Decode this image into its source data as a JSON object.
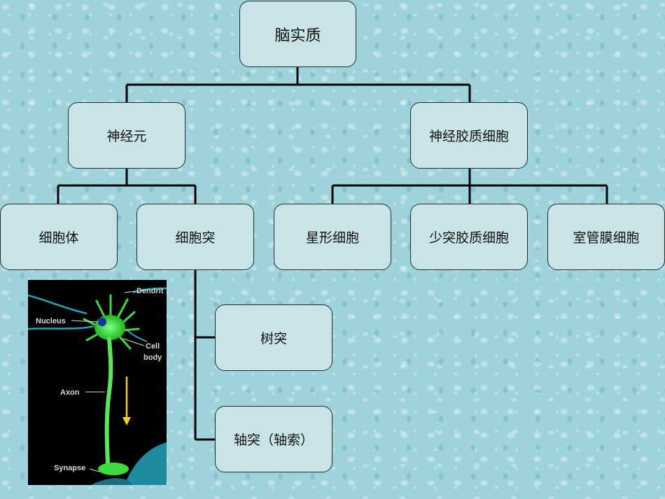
{
  "diagram": {
    "root": "脑实质",
    "level1": {
      "left": "神经元",
      "right": "神经胶质细胞"
    },
    "neuron_children": [
      "细胞体",
      "细胞突"
    ],
    "glia_children": [
      "星形细胞",
      "少突胶质细胞",
      "室管膜细胞"
    ],
    "process_children": [
      "树突",
      "轴突（轴索）"
    ]
  },
  "neuron_image": {
    "labels": {
      "dendrite": "Dendrit",
      "nucleus": "Nucleus",
      "cell_body_1": "Cell",
      "cell_body_2": "body",
      "axon": "Axon",
      "synapse": "Synapse"
    }
  },
  "colors": {
    "node_fill": "#c9e4e6",
    "line": "#000000",
    "neuron_green": "#3ddc3d",
    "arrow": "#f2d21a"
  }
}
